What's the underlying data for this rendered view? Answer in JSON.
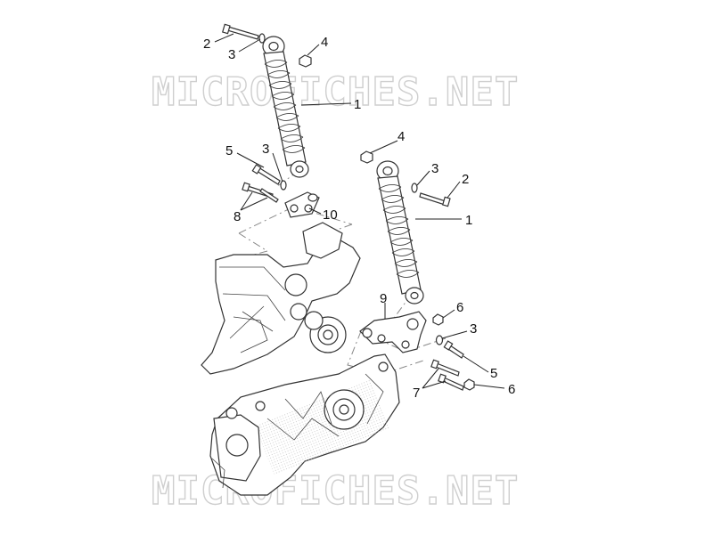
{
  "watermark": {
    "text": "MICROFICHES.NET"
  },
  "callouts": [
    {
      "id": "c2a",
      "number": "2"
    },
    {
      "id": "c3a",
      "number": "3"
    },
    {
      "id": "c4a",
      "number": "4"
    },
    {
      "id": "c1a",
      "number": "1"
    },
    {
      "id": "c5a",
      "number": "5"
    },
    {
      "id": "c3b",
      "number": "3"
    },
    {
      "id": "c8",
      "number": "8"
    },
    {
      "id": "c10",
      "number": "10"
    },
    {
      "id": "c4b",
      "number": "4"
    },
    {
      "id": "c3c",
      "number": "3"
    },
    {
      "id": "c2b",
      "number": "2"
    },
    {
      "id": "c1b",
      "number": "1"
    },
    {
      "id": "c9",
      "number": "9"
    },
    {
      "id": "c6a",
      "number": "6"
    },
    {
      "id": "c3d",
      "number": "3"
    },
    {
      "id": "c5b",
      "number": "5"
    },
    {
      "id": "c7",
      "number": "7"
    },
    {
      "id": "c6b",
      "number": "6"
    }
  ]
}
